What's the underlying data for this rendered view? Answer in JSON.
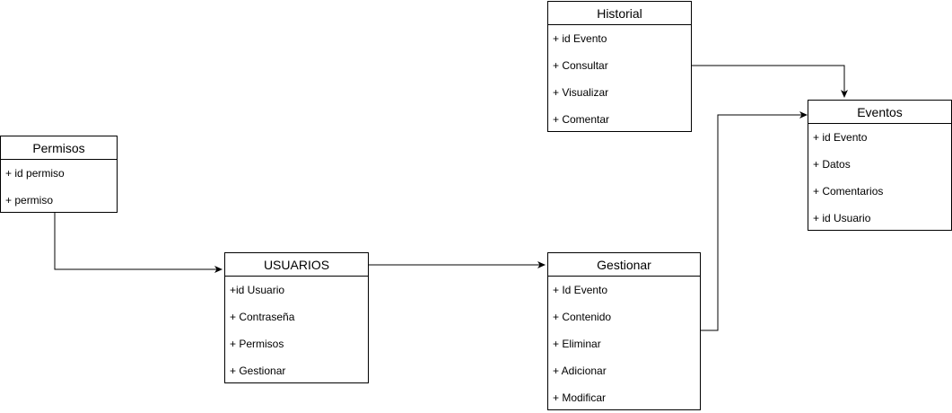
{
  "classes": {
    "historial": {
      "title": "Historial",
      "attributes": [
        "+ id Evento",
        "+ Consultar",
        "+ Visualizar",
        "+ Comentar"
      ]
    },
    "eventos": {
      "title": "Eventos",
      "attributes": [
        "+ id Evento",
        "+ Datos",
        "+ Comentarios",
        "+ id Usuario"
      ]
    },
    "permisos": {
      "title": "Permisos",
      "attributes": [
        "+ id permiso",
        "+ permiso"
      ]
    },
    "usuarios": {
      "title": "USUARIOS",
      "attributes": [
        "+id Usuario",
        "+ Contraseña",
        "+ Permisos",
        "+ Gestionar"
      ]
    },
    "gestionar": {
      "title": "Gestionar",
      "attributes": [
        "+ Id Evento",
        "+ Contenido",
        "+ Eliminar",
        "+ Adicionar",
        "+ Modificar"
      ]
    }
  },
  "connections": [
    {
      "from": "historial",
      "to": "eventos"
    },
    {
      "from": "permisos",
      "to": "usuarios"
    },
    {
      "from": "usuarios",
      "to": "gestionar"
    },
    {
      "from": "gestionar",
      "to": "eventos"
    }
  ],
  "colors": {
    "line": "#000000",
    "border": "#000000",
    "background": "#ffffff"
  }
}
